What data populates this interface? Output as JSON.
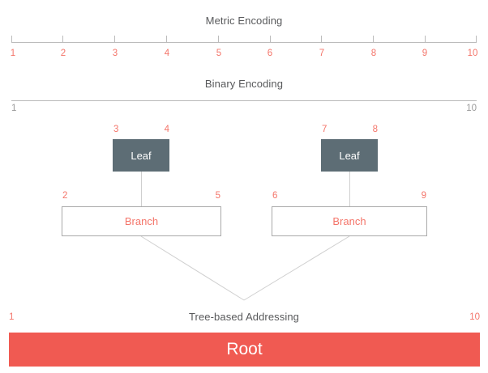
{
  "sections": {
    "metric": {
      "title": "Metric Encoding",
      "scale": [
        "1",
        "2",
        "3",
        "4",
        "5",
        "6",
        "7",
        "8",
        "9",
        "10"
      ]
    },
    "binary": {
      "title": "Binary Encoding",
      "start_label": "1",
      "end_label": "10"
    },
    "tree": {
      "title": "Tree-based Addressing",
      "start_label": "1",
      "end_label": "10"
    }
  },
  "nodes": {
    "leaf_left": {
      "label": "Leaf",
      "start_num": "3",
      "end_num": "4"
    },
    "leaf_right": {
      "label": "Leaf",
      "start_num": "7",
      "end_num": "8"
    },
    "branch_left": {
      "label": "Branch",
      "start_num": "2",
      "end_num": "5"
    },
    "branch_right": {
      "label": "Branch",
      "start_num": "6",
      "end_num": "9"
    },
    "root": {
      "label": "Root"
    }
  },
  "colors": {
    "accent_red": "#f4756a",
    "root_red": "#f05a52",
    "leaf_slate": "#5d6d75",
    "line_gray": "#bcbcbc",
    "title_gray": "#58595b"
  }
}
